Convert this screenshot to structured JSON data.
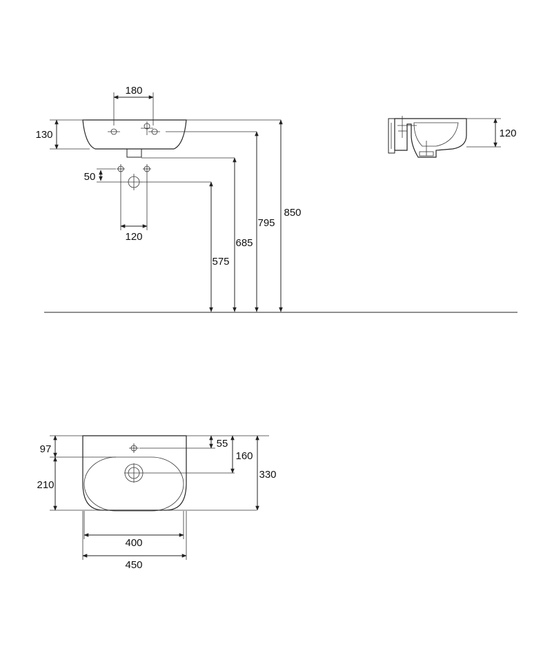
{
  "drawing": {
    "front_view": {
      "tap_hole_spacing": "180",
      "basin_height": "130",
      "drain_offset": "50",
      "waste_spacing": "120",
      "height_575": "575",
      "height_685": "685",
      "height_795": "795",
      "height_850": "850"
    },
    "side_view": {
      "depth": "120"
    },
    "top_view": {
      "offset_97": "97",
      "offset_210": "210",
      "offset_55": "55",
      "offset_160": "160",
      "depth_330": "330",
      "inner_width": "400",
      "outer_width": "450"
    }
  }
}
